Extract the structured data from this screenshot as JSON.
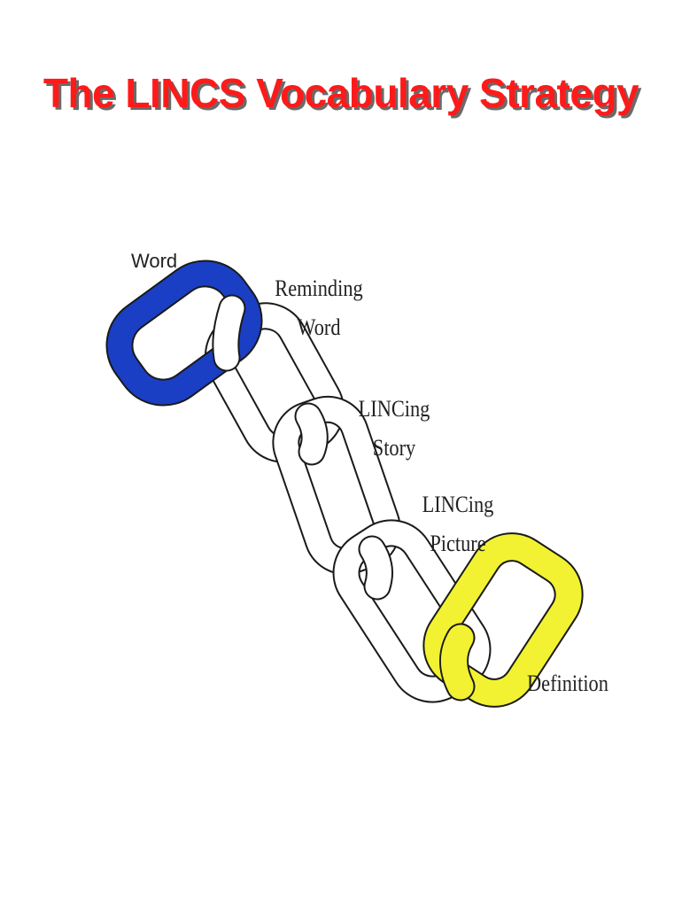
{
  "title": "The LINCS Vocabulary Strategy",
  "labels": {
    "word": "Word",
    "reminding_word": [
      "Reminding",
      "Word"
    ],
    "lincing_story": [
      "LINCing",
      "Story"
    ],
    "lincing_picture": [
      "LINCing",
      "Picture"
    ],
    "definition": "Definition"
  },
  "colors": {
    "title": "#ff1a1a",
    "word_link": "#1a3fc4",
    "definition_link": "#f2f232",
    "middle_links": "#ffffff",
    "outline": "#1a1a1a"
  }
}
